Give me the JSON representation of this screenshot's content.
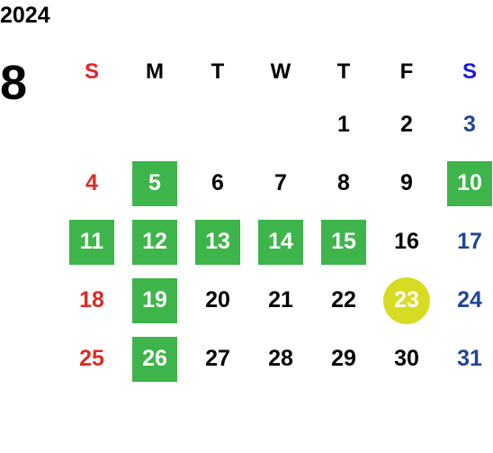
{
  "calendar": {
    "year": "2024",
    "month": "8",
    "weekdays": [
      "S",
      "M",
      "T",
      "W",
      "T",
      "F",
      "S"
    ],
    "colors": {
      "sunday": "#de2b23",
      "saturday": "#1f4596",
      "closed": "#3db54a",
      "today": "#d7dc22"
    },
    "weeks": [
      [
        {
          "day": ""
        },
        {
          "day": ""
        },
        {
          "day": ""
        },
        {
          "day": ""
        },
        {
          "day": "1"
        },
        {
          "day": "2"
        },
        {
          "day": "3"
        }
      ],
      [
        {
          "day": "4"
        },
        {
          "day": "5",
          "state": "green"
        },
        {
          "day": "6"
        },
        {
          "day": "7"
        },
        {
          "day": "8"
        },
        {
          "day": "9"
        },
        {
          "day": "10",
          "state": "green"
        }
      ],
      [
        {
          "day": "11",
          "state": "green"
        },
        {
          "day": "12",
          "state": "green"
        },
        {
          "day": "13",
          "state": "green"
        },
        {
          "day": "14",
          "state": "green"
        },
        {
          "day": "15",
          "state": "green"
        },
        {
          "day": "16"
        },
        {
          "day": "17"
        }
      ],
      [
        {
          "day": "18"
        },
        {
          "day": "19",
          "state": "green"
        },
        {
          "day": "20"
        },
        {
          "day": "21"
        },
        {
          "day": "22"
        },
        {
          "day": "23",
          "state": "today"
        },
        {
          "day": "24"
        }
      ],
      [
        {
          "day": "25"
        },
        {
          "day": "26",
          "state": "green"
        },
        {
          "day": "27"
        },
        {
          "day": "28"
        },
        {
          "day": "29"
        },
        {
          "day": "30"
        },
        {
          "day": "31"
        }
      ]
    ]
  }
}
